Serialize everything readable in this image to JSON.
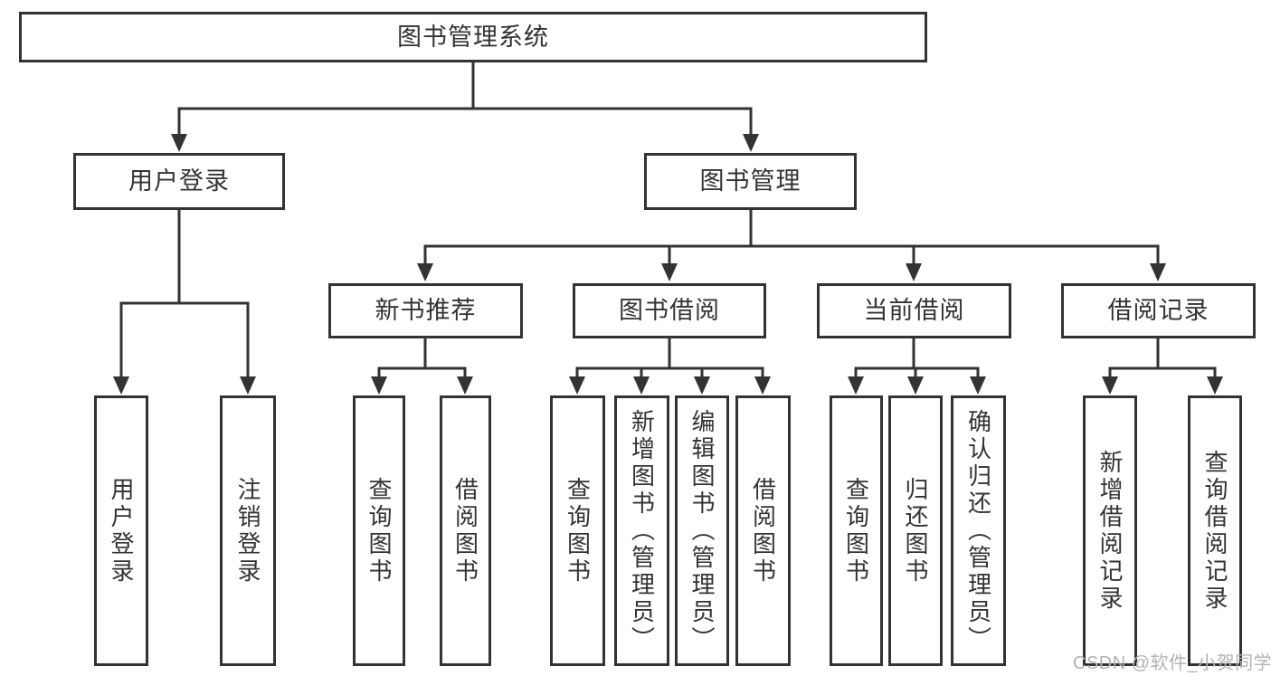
{
  "tree": {
    "label": "图书管理系统",
    "children": [
      {
        "label": "用户登录",
        "children": [
          {
            "label": "用户登录"
          },
          {
            "label": "注销登录"
          }
        ]
      },
      {
        "label": "图书管理",
        "children": [
          {
            "label": "新书推荐",
            "children": [
              {
                "label": "查询图书"
              },
              {
                "label": "借阅图书"
              }
            ]
          },
          {
            "label": "图书借阅",
            "children": [
              {
                "label": "查询图书"
              },
              {
                "label": "新增图书（管理员）"
              },
              {
                "label": "编辑图书（管理员）"
              },
              {
                "label": "借阅图书"
              }
            ]
          },
          {
            "label": "当前借阅",
            "children": [
              {
                "label": "查询图书"
              },
              {
                "label": "归还图书"
              },
              {
                "label": "确认归还（管理员）"
              }
            ]
          },
          {
            "label": "借阅记录",
            "children": [
              {
                "label": "新增借阅记录"
              },
              {
                "label": "查询借阅记录"
              }
            ]
          }
        ]
      }
    ]
  },
  "watermark": "CSDN @软件_小贺同学",
  "colors": {
    "line": "#333333",
    "box_border": "#333333",
    "text": "#333333",
    "watermark": "#b3b3b3",
    "background": "#ffffff"
  }
}
